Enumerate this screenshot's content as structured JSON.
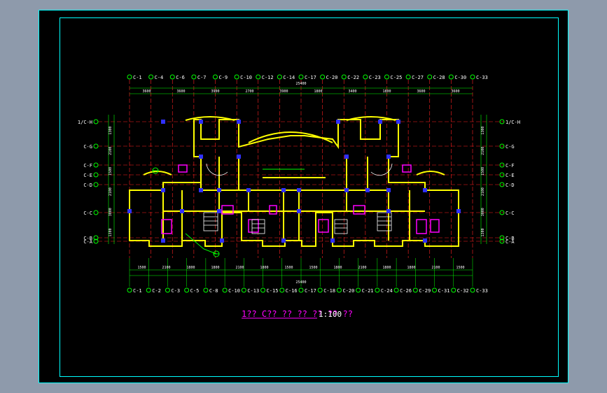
{
  "drawing": {
    "title": "1?? C?? ?? ?? ?? ?? ??",
    "scale": "1:100",
    "colors": {
      "background": "#000000",
      "frame": "#00ffff",
      "axis": "#ff2020",
      "dimension": "#00ff00",
      "wall": "#ffff00",
      "column": "#3030ff",
      "fixture": "#ff00ff",
      "text": "#ffffff"
    }
  },
  "axes": {
    "top": [
      "C-1",
      "C-4",
      "C-6",
      "C-7",
      "C-9",
      "C-10",
      "C-12",
      "C-14",
      "C-17",
      "C-20",
      "C-22",
      "C-23",
      "C-25",
      "C-27",
      "C-28",
      "C-30",
      "C-33"
    ],
    "bottom": [
      "C-1",
      "C-2",
      "C-3",
      "C-5",
      "C-8",
      "C-10",
      "C-13",
      "C-15",
      "C-16",
      "C-17",
      "C-18",
      "C-20",
      "C-21",
      "C-24",
      "C-26",
      "C-29",
      "C-31",
      "C-32",
      "C-33"
    ],
    "left": [
      "1/C-H",
      "C-G",
      "C-F",
      "C-E",
      "C-D",
      "C-C",
      "C-B",
      "C-A"
    ],
    "right": [
      "1/C-H",
      "C-G",
      "C-F",
      "C-E",
      "C-D",
      "C-C",
      "C-B",
      "C-A"
    ]
  },
  "dimensions": {
    "top_overall": "25400",
    "bottom_overall": "25400",
    "top_row": [
      "3600",
      "3600",
      "3900",
      "2700",
      "3900",
      "1800",
      "3400",
      "1800",
      "3600",
      "3600"
    ],
    "bottom_row": [
      "1500",
      "2100",
      "1800",
      "1800",
      "2100",
      "1800",
      "1500",
      "1500",
      "1800",
      "2100",
      "1800",
      "1800",
      "2100",
      "1500"
    ],
    "left_col": [
      "1300",
      "2100",
      "1500",
      "2100",
      "3000",
      "1300"
    ],
    "right_col": [
      "1300",
      "2100",
      "1500",
      "2100",
      "3000",
      "1300"
    ]
  }
}
